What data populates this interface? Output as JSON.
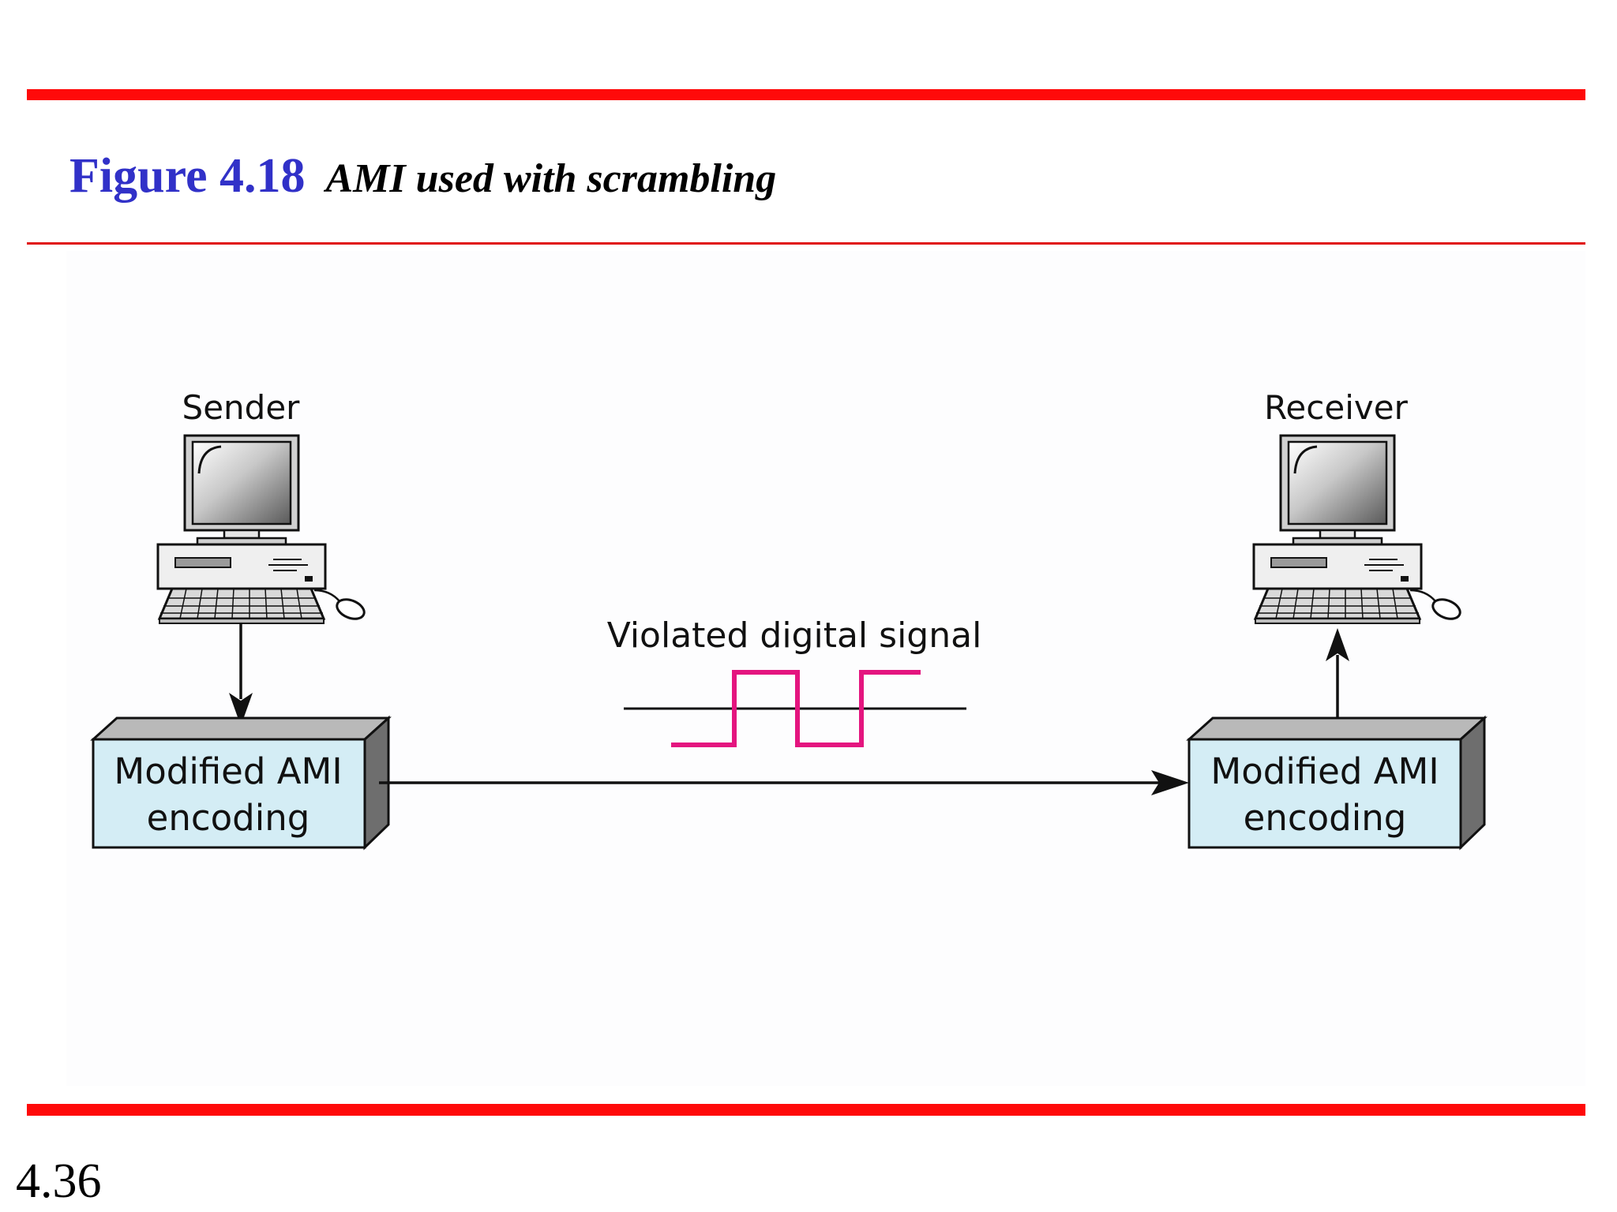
{
  "header": {
    "figure_number": "Figure 4.18",
    "caption": "AMI used with scrambling"
  },
  "diagram": {
    "sender_label": "Sender",
    "receiver_label": "Receiver",
    "signal_label": "Violated digital signal",
    "sender_box": {
      "line1": "Modified AMI",
      "line2": "encoding"
    },
    "receiver_box": {
      "line1": "Modified AMI",
      "line2": "encoding"
    },
    "colors": {
      "box_face": "#d4edf5",
      "signal": "#e4157f",
      "rule": "#ff0a0a",
      "figure_number": "#3131c8"
    },
    "icons": [
      "computer-icon",
      "keyboard-icon",
      "mouse-icon",
      "monitor-icon"
    ]
  },
  "footer": {
    "page_number": "4.36"
  }
}
